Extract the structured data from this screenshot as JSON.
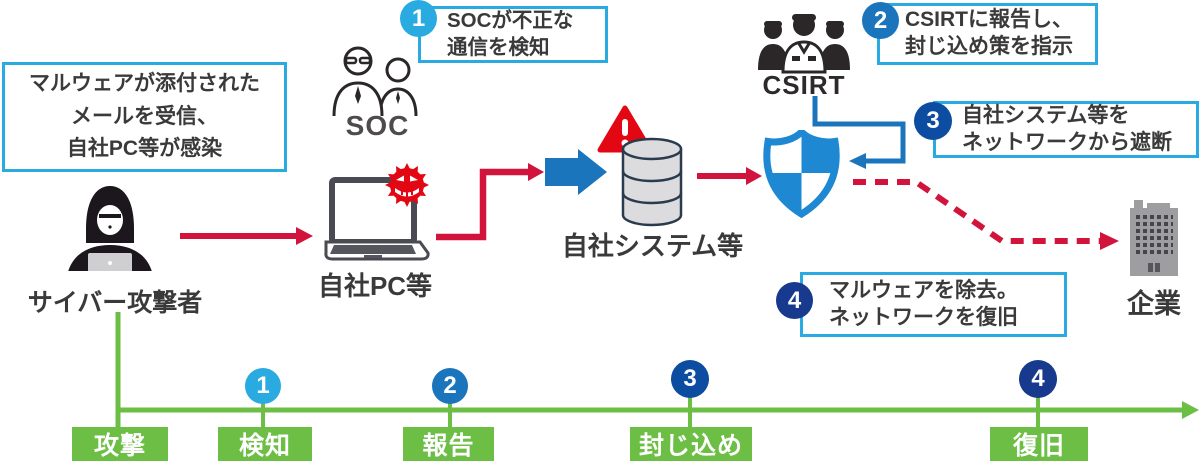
{
  "attacker": {
    "note_lines": [
      "マルウェアが添付された",
      "メールを受信、",
      "自社PC等が感染"
    ],
    "label": "サイバー攻撃者"
  },
  "soc": {
    "label": "SOC"
  },
  "pc": {
    "label": "自社PC等"
  },
  "system": {
    "label": "自社システム等"
  },
  "csirt": {
    "label": "CSIRT"
  },
  "company": {
    "label": "企業"
  },
  "callouts": [
    {
      "num": "1",
      "lines": [
        "SOCが不正な",
        "通信を検知"
      ]
    },
    {
      "num": "2",
      "lines": [
        "CSIRTに報告し、",
        "封じ込め策を指示"
      ]
    },
    {
      "num": "3",
      "lines": [
        "自社システム等を",
        "ネットワークから遮断"
      ]
    },
    {
      "num": "4",
      "lines": [
        "マルウェアを除去。",
        "ネットワークを復旧"
      ]
    }
  ],
  "timeline": {
    "milestones": [
      {
        "num": "",
        "label": "攻撃"
      },
      {
        "num": "1",
        "label": "検知"
      },
      {
        "num": "2",
        "label": "報告"
      },
      {
        "num": "3",
        "label": "封じ込め"
      },
      {
        "num": "4",
        "label": "復旧"
      }
    ]
  },
  "colors": {
    "callout_border": "#29abe2",
    "step1": "#29abe2",
    "step2": "#1b75bc",
    "step3": "#0c4da2",
    "step4": "#17398e",
    "arrow_red": "#d2143c",
    "alert_red": "#e30613",
    "timeline_green": "#6cbe45",
    "shield_blue": "#1e88d3"
  }
}
